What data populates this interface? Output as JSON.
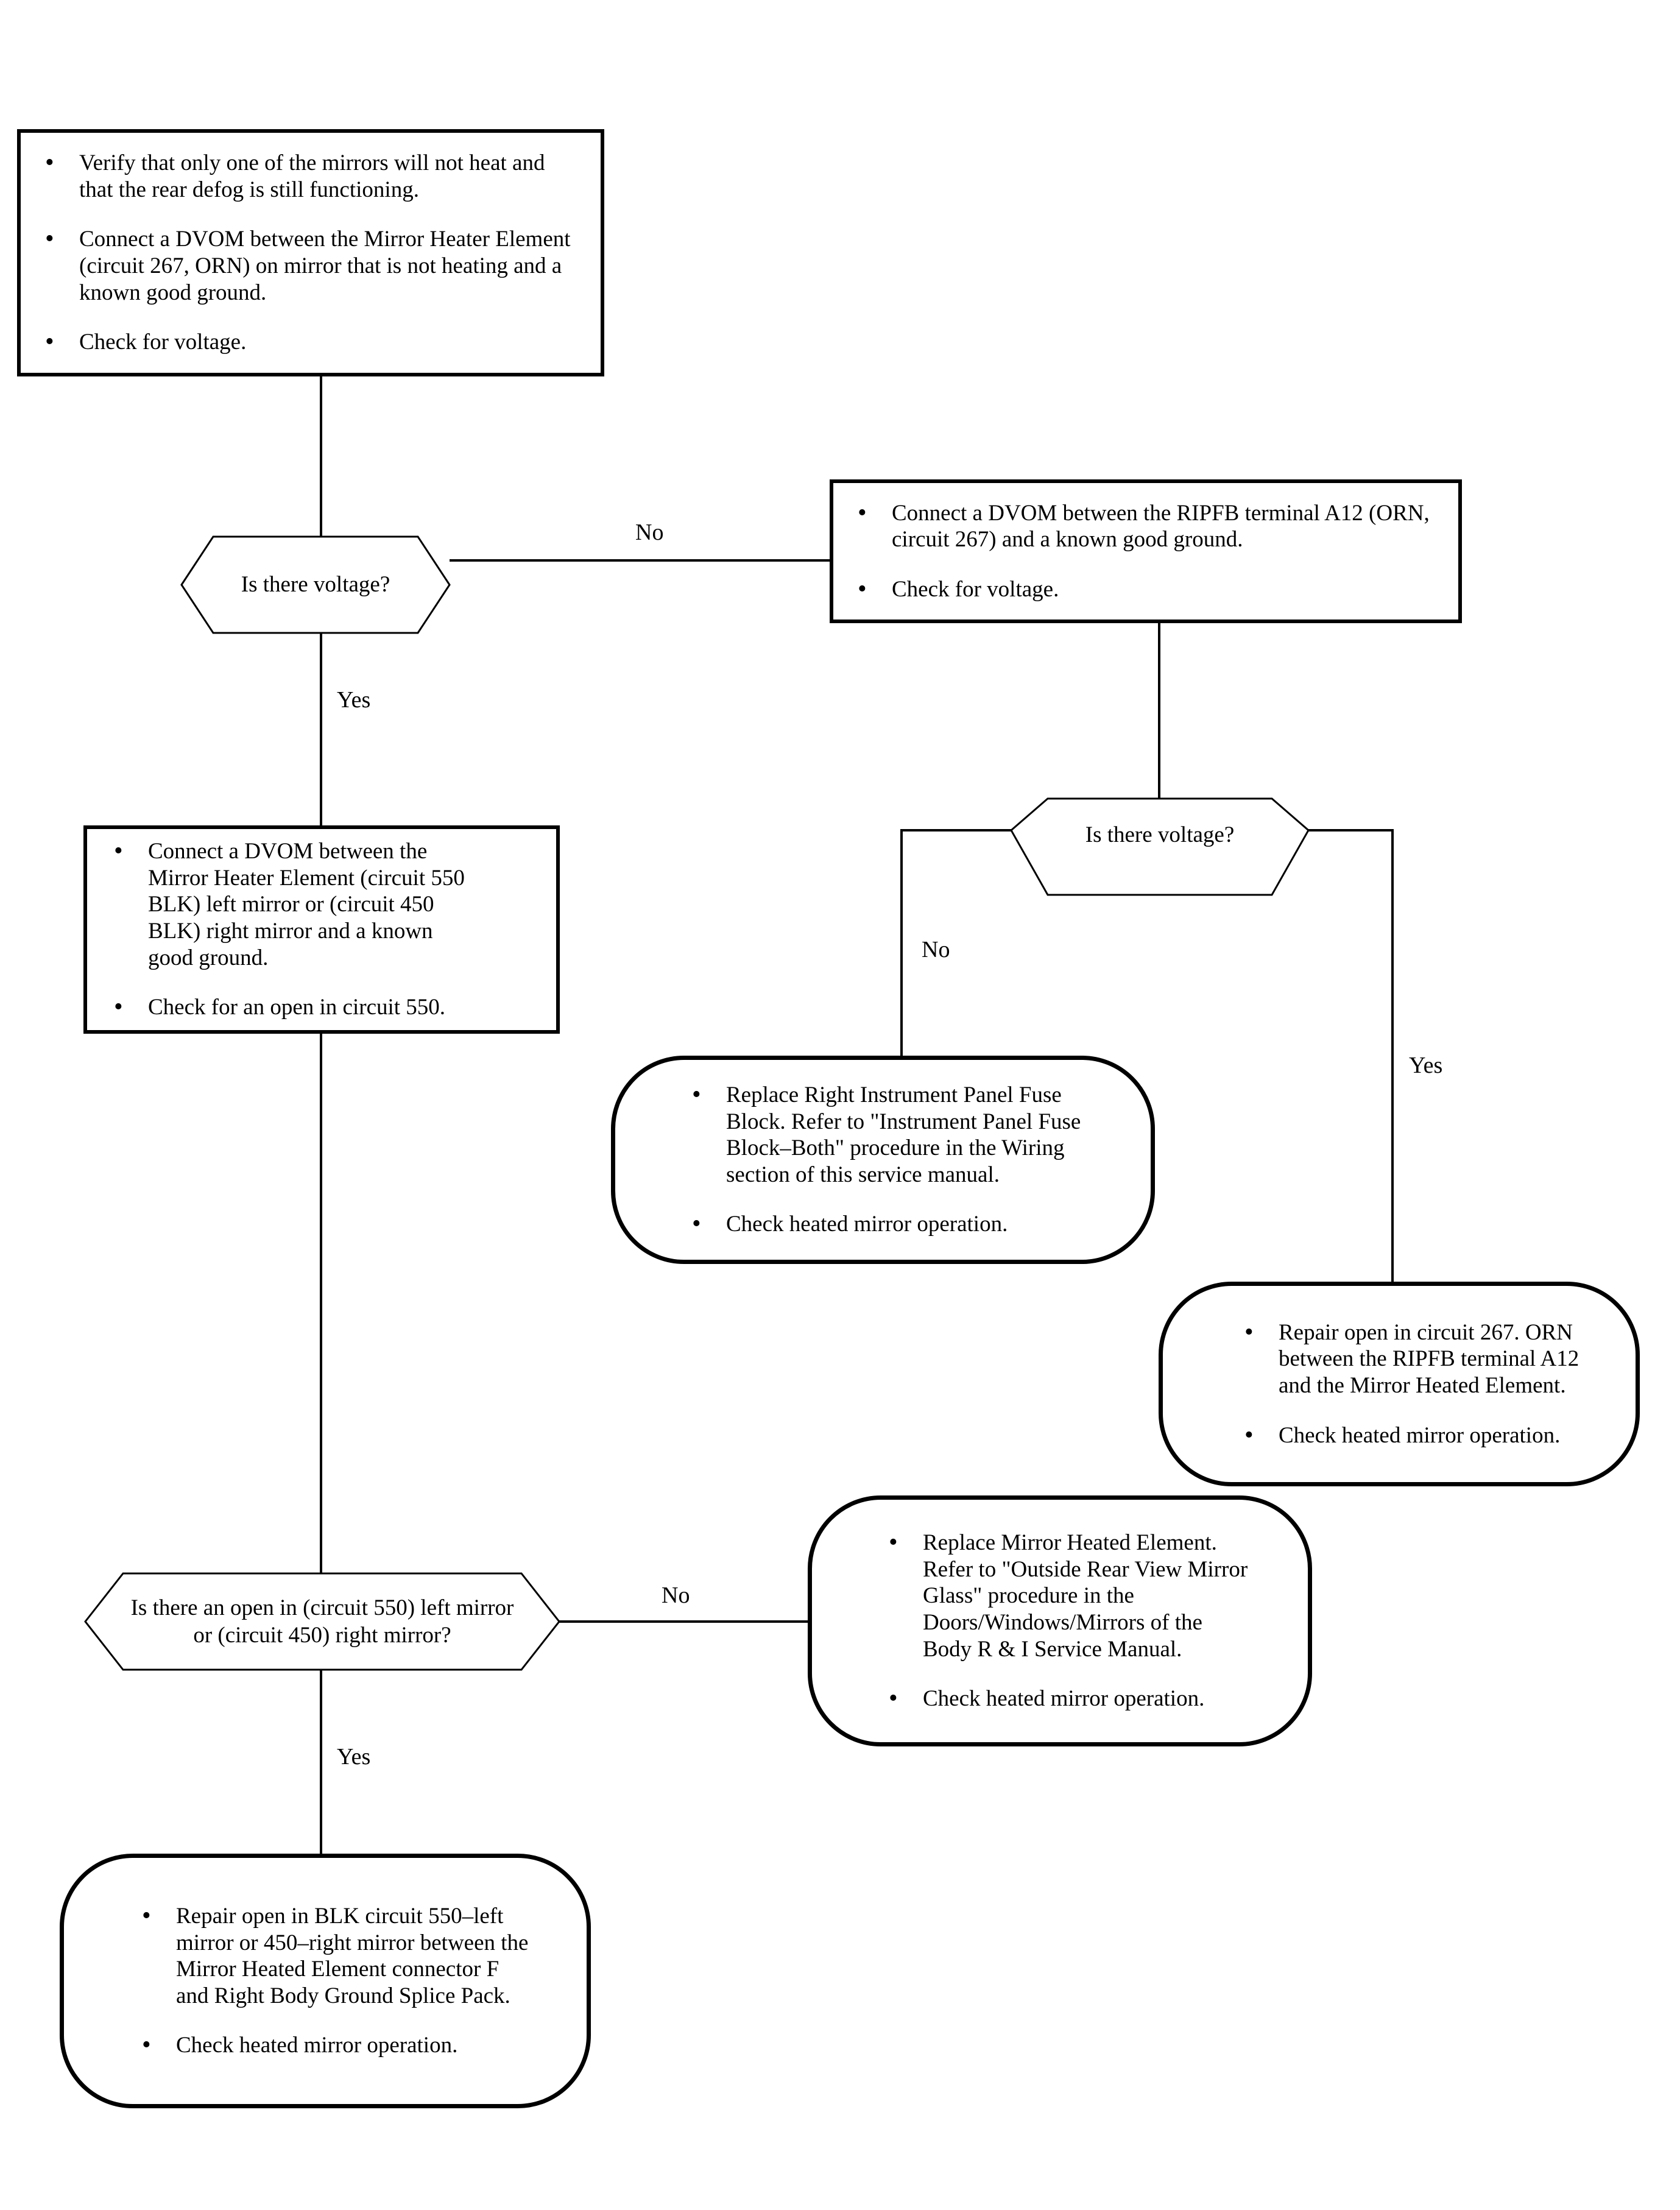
{
  "diagram": {
    "title": "Heated Mirror Diagnosis Flowchart",
    "line_color": "#000000",
    "background_color": "#ffffff"
  },
  "nodes": {
    "start_box": {
      "shape": "rectangle",
      "bullets": [
        "Verify that only one of the mirrors will not heat and that the rear defog is still functioning.",
        "Connect a DVOM between the Mirror Heater Element (circuit 267, ORN) on mirror that is not heating and a known good ground.",
        "Check for voltage."
      ]
    },
    "decision_voltage_1": {
      "shape": "hexagon",
      "text": "Is there voltage?"
    },
    "ripfb_box": {
      "shape": "rectangle",
      "bullets": [
        "Connect a DVOM between the RIPFB terminal A12 (ORN, circuit 267) and a known good ground.",
        "Check for voltage."
      ]
    },
    "dvom_550_box": {
      "shape": "rectangle",
      "bullets": [
        "Connect a DVOM between the Mirror Heater Element (circuit 550 BLK) left mirror or (circuit 450 BLK) right mirror and a known good ground.",
        "Check for an open in circuit 550."
      ]
    },
    "decision_voltage_2": {
      "shape": "hexagon",
      "text": "Is there voltage?"
    },
    "replace_fuse_block_box": {
      "shape": "rounded",
      "bullets": [
        "Replace Right Instrument Panel Fuse Block. Refer to \"Instrument Panel Fuse Block–Both\" procedure in the Wiring section of this service manual.",
        "Check heated mirror operation."
      ]
    },
    "repair_267_box": {
      "shape": "rounded",
      "bullets": [
        "Repair open in circuit 267. ORN between the RIPFB terminal A12 and the Mirror Heated Element.",
        "Check heated mirror operation."
      ]
    },
    "decision_open_550": {
      "shape": "hexagon",
      "text": "Is there an open in (circuit 550) left mirror or (circuit 450) right mirror?"
    },
    "replace_element_box": {
      "shape": "rounded",
      "bullets": [
        "Replace Mirror Heated Element. Refer to \"Outside Rear View Mirror Glass\" procedure in the Doors/Windows/Mirrors of the Body R & I Service Manual.",
        "Check heated mirror operation."
      ]
    },
    "repair_blk_box": {
      "shape": "rounded",
      "bullets": [
        "Repair open in BLK circuit 550–left mirror or 450–right mirror between the Mirror Heated Element connector F and Right Body Ground Splice Pack.",
        "Check heated mirror operation."
      ]
    }
  },
  "edge_labels": {
    "v1_no": "No",
    "v1_yes": "Yes",
    "v2_no": "No",
    "v2_yes": "Yes",
    "open_no": "No",
    "open_yes": "Yes"
  }
}
